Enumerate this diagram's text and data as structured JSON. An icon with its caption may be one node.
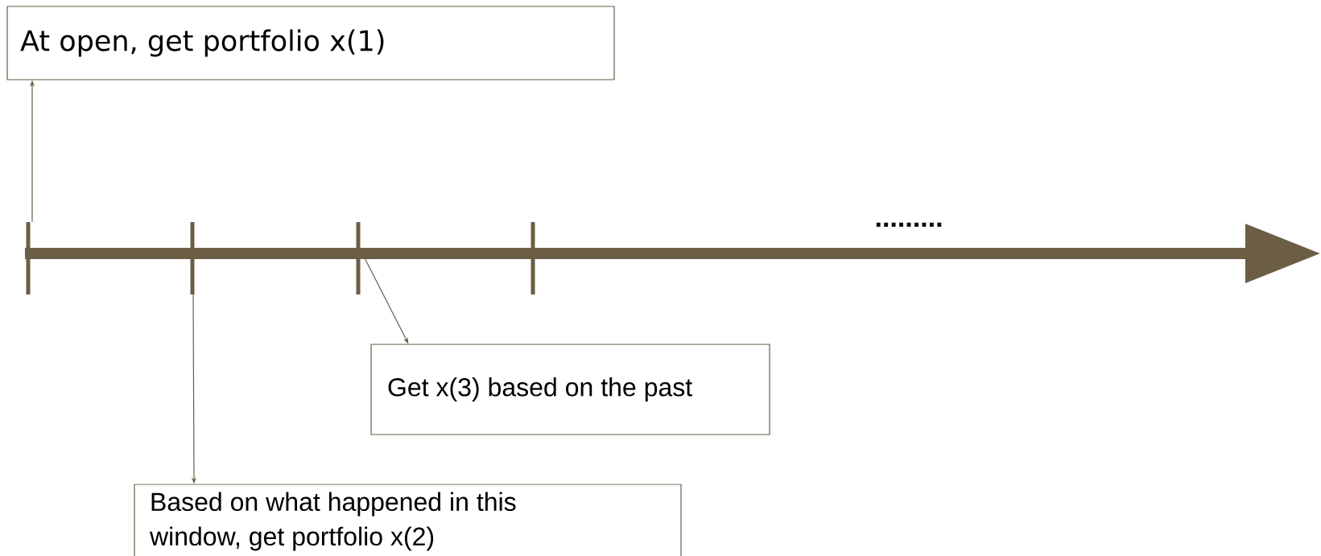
{
  "diagram": {
    "nodes": [
      {
        "text": [
          "At open, get portfolio x(1)"
        ]
      },
      {
        "text": [],
        "shape": "bar"
      },
      {
        "text": [],
        "shape": "bar"
      },
      {
        "text": [],
        "shape": "bar"
      },
      {
        "text": [],
        "shape": "bar"
      },
      {
        "text": [
          "Get x(3) based on the past"
        ]
      },
      {
        "text": [
          "Based on what happened in this window, get portfolio x(2)"
        ]
      }
    ],
    "edges": [
      {
        "from": 1,
        "to": 0,
        "arrow": "to"
      },
      {
        "from": 2,
        "to": 6,
        "arrow": "to"
      },
      {
        "from": 3,
        "to": 5,
        "arrow": "to"
      }
    ],
    "labels": [
      "........."
    ]
  }
}
